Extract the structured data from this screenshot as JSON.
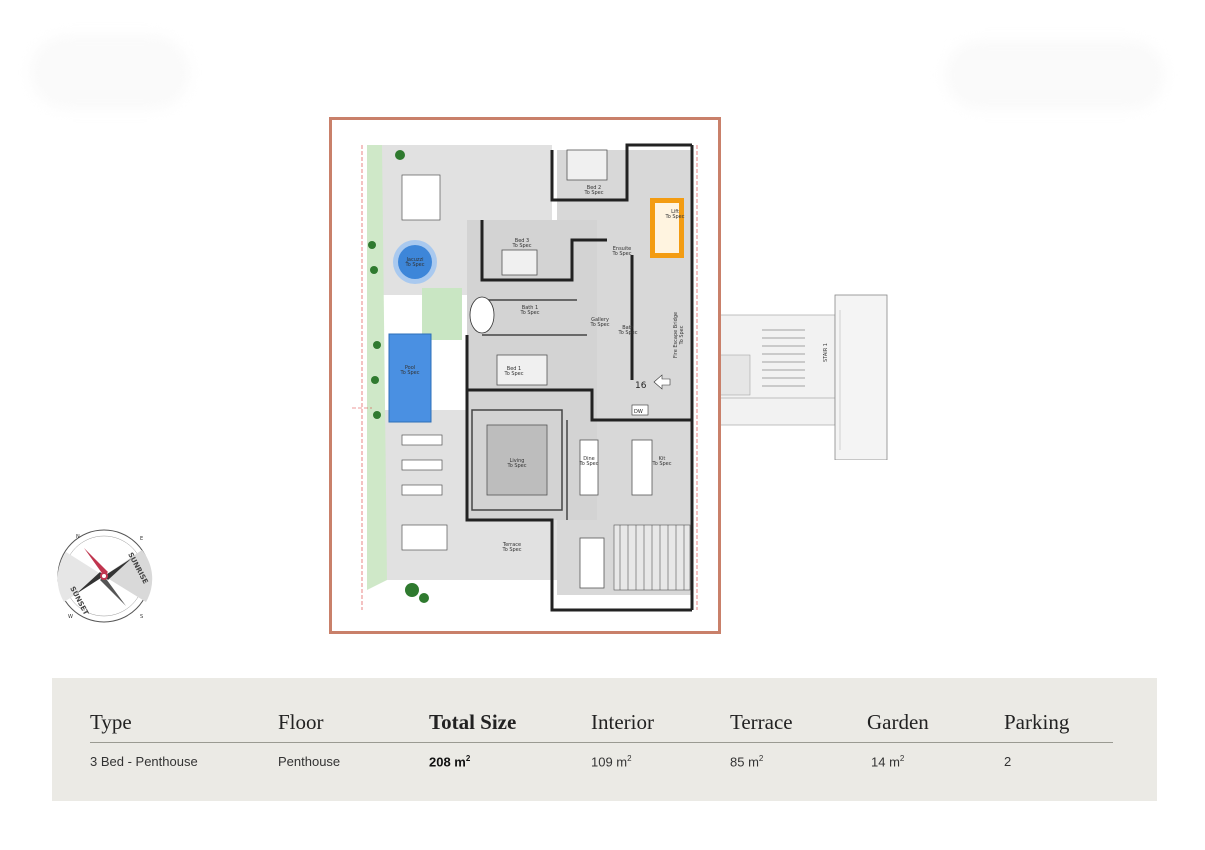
{
  "floorplan": {
    "rooms": [
      {
        "name": "Bed 2",
        "spec": "To Spec"
      },
      {
        "name": "Lift",
        "spec": "To Spec"
      },
      {
        "name": "Bed 3",
        "spec": "To Spec"
      },
      {
        "name": "Ensuite",
        "spec": "To Spec"
      },
      {
        "name": "Jacuzzi",
        "spec": "To Spec"
      },
      {
        "name": "Bath 1",
        "spec": "To Spec"
      },
      {
        "name": "Gallery",
        "spec": "To Spec"
      },
      {
        "name": "Bath",
        "spec": "To Spec"
      },
      {
        "name": "Pool",
        "spec": "To Spec"
      },
      {
        "name": "Bed 1",
        "spec": "To Spec"
      },
      {
        "name": "Living",
        "spec": "To Spec"
      },
      {
        "name": "Dine",
        "spec": "To Spec"
      },
      {
        "name": "Kit",
        "spec": "To Spec"
      },
      {
        "name": "Terrace",
        "spec": "To Spec"
      }
    ],
    "fire_escape": "Fire Escape Bridge",
    "fire_escape_spec": "To Spec",
    "stair_label": "STAIR 1",
    "step_count": "16",
    "dw_label": "DW"
  },
  "compass": {
    "sunrise": "SUNRISE",
    "sunset": "SUNSET",
    "n": "N",
    "e": "E",
    "s": "S",
    "w": "W"
  },
  "specs": {
    "headers": [
      "Type",
      "Floor",
      "Total Size",
      "Interior",
      "Terrace",
      "Garden",
      "Parking"
    ],
    "type": "3 Bed - Penthouse",
    "floor": "Penthouse",
    "total_size": "208 m",
    "interior": "109 m",
    "terrace": "85 m",
    "garden": "14 m",
    "parking": "2",
    "sup": "2"
  },
  "colors": {
    "frame": "#c9806a",
    "pool": "#4a90e2",
    "lift": "#f39c12",
    "band": "#ebeae5",
    "compass_needle": "#c0354f"
  }
}
